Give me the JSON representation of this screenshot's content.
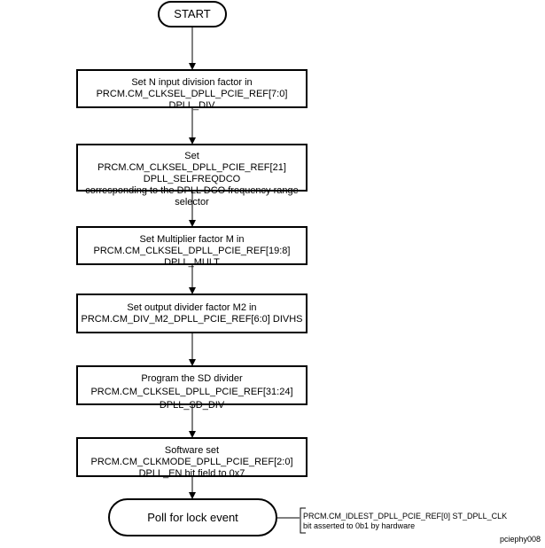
{
  "diagram": {
    "start_label": "START",
    "steps": [
      {
        "lines": [
          "Set N input division factor in",
          "PRCM.CM_CLKSEL_DPLL_PCIE_REF[7:0] DPLL_DIV"
        ]
      },
      {
        "lines": [
          "Set",
          "PRCM.CM_CLKSEL_DPLL_PCIE_REF[21] DPLL_SELFREQDCO",
          "corresponding to the DPLL DCO frequency range selector"
        ]
      },
      {
        "lines": [
          "Set Multiplier factor M in",
          "PRCM.CM_CLKSEL_DPLL_PCIE_REF[19:8] DPLL_MULT"
        ]
      },
      {
        "lines": [
          "Set output divider factor M2 in",
          "PRCM.CM_DIV_M2_DPLL_PCIE_REF[6:0] DIVHS"
        ]
      },
      {
        "lines": [
          "Program the SD divider",
          "PRCM.CM_CLKSEL_DPLL_PCIE_REF[31:24] DPLL_SD_DIV"
        ]
      },
      {
        "lines": [
          "Software set",
          "PRCM.CM_CLKMODE_DPLL_PCIE_REF[2:0] DPLL_EN bit field to 0x7"
        ]
      }
    ],
    "end_label": "Poll for lock event",
    "note_lines": [
      "PRCM.CM_IDLEST_DPLL_PCIE_REF[0] ST_DPLL_CLK",
      "bit asserted to 0b1 by hardware"
    ],
    "figure_id": "pciephy008"
  }
}
